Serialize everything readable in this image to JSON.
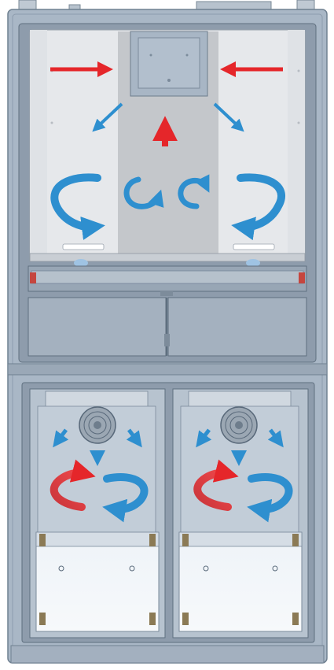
{
  "figure": {
    "subject": "refrigerator-cabinet-airflow-cutaway",
    "colors": {
      "cabinet": "#a9b7c6",
      "cabinet_dark": "#8d9cad",
      "cabinet_edge": "#6f8090",
      "liner": "#e6e8eb",
      "liner_shade": "#d5d8dc",
      "center_duct": "#c4c7cb",
      "hot_arrow": "#e5262a",
      "cold_arrow": "#2e8fcf",
      "warm_loop": "#d9454a"
    },
    "upper_compartment": {
      "arrows": [
        "inflow-left",
        "inflow-right",
        "down-left",
        "down-right",
        "rise-center"
      ],
      "circulation_loops": [
        "outer-left",
        "inner-left",
        "inner-right",
        "outer-right"
      ]
    },
    "lower_compartments": [
      {
        "name": "left-drawer",
        "fan": "fan-icon",
        "arrows": [
          "down-left",
          "down-right",
          "down-center"
        ],
        "loops": [
          "warm-left",
          "cold-right"
        ]
      },
      {
        "name": "right-drawer",
        "fan": "fan-icon",
        "arrows": [
          "down-left",
          "down-right",
          "down-center"
        ],
        "loops": [
          "warm-left",
          "cold-right"
        ]
      }
    ]
  }
}
